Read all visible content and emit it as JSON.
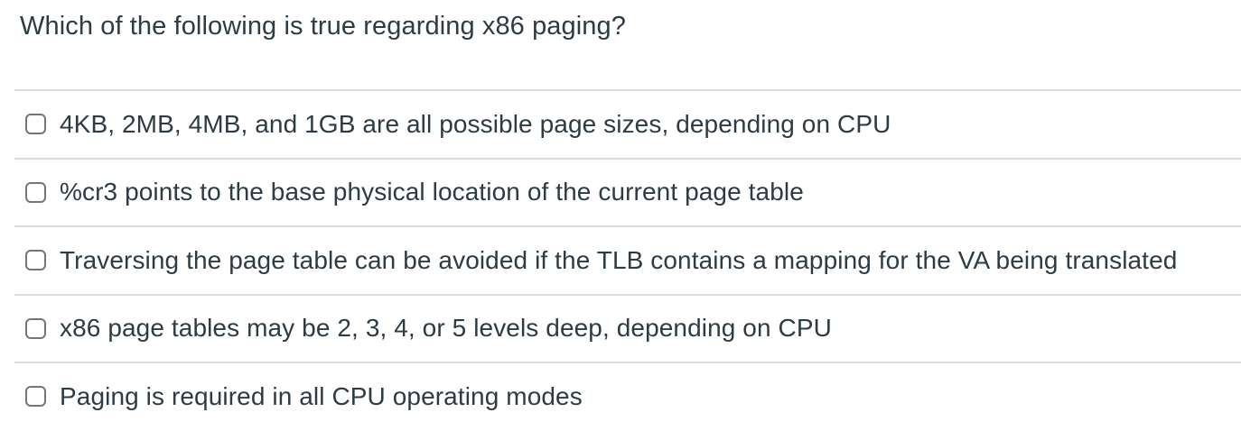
{
  "question": {
    "title": "Which of the following is true regarding x86 paging?",
    "type": "multiple-answer-checkboxes"
  },
  "options": [
    {
      "label": "4KB, 2MB, 4MB, and 1GB are all possible page sizes, depending on CPU",
      "checked": false
    },
    {
      "label": "%cr3 points to the base physical location of the current page table",
      "checked": false
    },
    {
      "label": "Traversing the page table can be avoided if the TLB contains a mapping for the VA being translated",
      "checked": false
    },
    {
      "label": "x86 page tables may be 2, 3, 4, or 5 levels deep, depending on CPU",
      "checked": false
    },
    {
      "label": "Paging is required in all CPU operating modes",
      "checked": false
    }
  ],
  "colors": {
    "text": "#2D3B45",
    "divider": "#DCDCDC",
    "checkbox_border": "#6F767D",
    "background": "#FFFFFF"
  }
}
